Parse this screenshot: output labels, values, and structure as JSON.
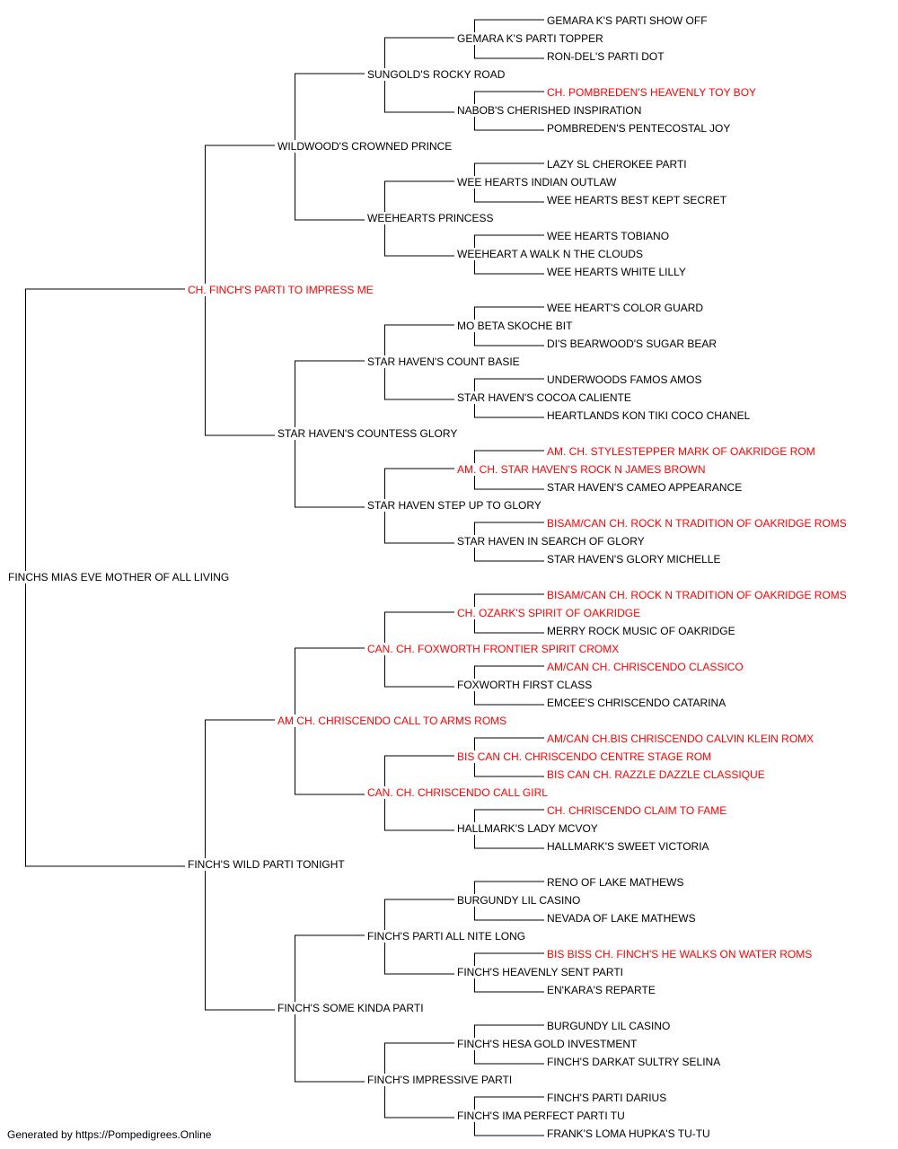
{
  "colors": {
    "text": "#000000",
    "champion": "#ff0000",
    "line": "#000000"
  },
  "pedigree": {
    "name": "FINCHS MIAS EVE MOTHER OF ALL LIVING",
    "sire": {
      "name": "CH. FINCH'S PARTI TO IMPRESS ME",
      "champion": true,
      "sire": {
        "name": "WILDWOOD'S CROWNED PRINCE",
        "champion": false,
        "sire": {
          "name": "SUNGOLD'S ROCKY ROAD",
          "champion": false,
          "sire": {
            "name": "GEMARA K'S PARTI TOPPER",
            "champion": false,
            "sire": {
              "name": "GEMARA K'S PARTI SHOW OFF",
              "champion": false
            },
            "dam": {
              "name": "RON-DEL'S PARTI DOT",
              "champion": false
            }
          },
          "dam": {
            "name": "NABOB'S CHERISHED INSPIRATION",
            "champion": false,
            "sire": {
              "name": "CH. POMBREDEN'S HEAVENLY TOY BOY",
              "champion": true
            },
            "dam": {
              "name": "POMBREDEN'S PENTECOSTAL JOY",
              "champion": false
            }
          }
        },
        "dam": {
          "name": "WEEHEARTS PRINCESS",
          "champion": false,
          "sire": {
            "name": "WEE HEARTS INDIAN OUTLAW",
            "champion": false,
            "sire": {
              "name": "LAZY SL CHEROKEE PARTI",
              "champion": false
            },
            "dam": {
              "name": "WEE HEARTS BEST KEPT SECRET",
              "champion": false
            }
          },
          "dam": {
            "name": "WEEHEART A WALK N THE CLOUDS",
            "champion": false,
            "sire": {
              "name": "WEE HEARTS TOBIANO",
              "champion": false
            },
            "dam": {
              "name": "WEE HEARTS WHITE LILLY",
              "champion": false
            }
          }
        }
      },
      "dam": {
        "name": "STAR HAVEN'S COUNTESS GLORY",
        "champion": false,
        "sire": {
          "name": "STAR HAVEN'S COUNT BASIE",
          "champion": false,
          "sire": {
            "name": "MO BETA SKOCHE BIT",
            "champion": false,
            "sire": {
              "name": "WEE HEART'S COLOR GUARD",
              "champion": false
            },
            "dam": {
              "name": "DI'S BEARWOOD'S SUGAR BEAR",
              "champion": false
            }
          },
          "dam": {
            "name": "STAR HAVEN'S COCOA CALIENTE",
            "champion": false,
            "sire": {
              "name": "UNDERWOODS FAMOS AMOS",
              "champion": false
            },
            "dam": {
              "name": "HEARTLANDS KON TIKI COCO CHANEL",
              "champion": false
            }
          }
        },
        "dam": {
          "name": "STAR HAVEN STEP UP TO GLORY",
          "champion": false,
          "sire": {
            "name": "AM. CH. STAR HAVEN'S ROCK N JAMES BROWN",
            "champion": true,
            "sire": {
              "name": "AM. CH. STYLESTEPPER MARK OF OAKRIDGE ROM",
              "champion": true
            },
            "dam": {
              "name": "STAR HAVEN'S CAMEO APPEARANCE",
              "champion": false
            }
          },
          "dam": {
            "name": "STAR HAVEN IN SEARCH OF GLORY",
            "champion": false,
            "sire": {
              "name": "BISAM/CAN CH. ROCK N TRADITION OF OAKRIDGE ROMS",
              "champion": true
            },
            "dam": {
              "name": "STAR HAVEN'S GLORY MICHELLE",
              "champion": false
            }
          }
        }
      }
    },
    "dam": {
      "name": "FINCH'S WILD PARTI TONIGHT",
      "champion": false,
      "sire": {
        "name": "AM CH. CHRISCENDO CALL TO ARMS ROMS",
        "champion": true,
        "sire": {
          "name": "CAN. CH. FOXWORTH FRONTIER SPIRIT CROMX",
          "champion": true,
          "sire": {
            "name": "CH. OZARK'S SPIRIT OF OAKRIDGE",
            "champion": true,
            "sire": {
              "name": "BISAM/CAN CH. ROCK N TRADITION OF OAKRIDGE ROMS",
              "champion": true
            },
            "dam": {
              "name": "MERRY ROCK MUSIC OF OAKRIDGE",
              "champion": false
            }
          },
          "dam": {
            "name": "FOXWORTH FIRST CLASS",
            "champion": false,
            "sire": {
              "name": "AM/CAN CH. CHRISCENDO CLASSICO",
              "champion": true
            },
            "dam": {
              "name": "EMCEE'S CHRISCENDO CATARINA",
              "champion": false
            }
          }
        },
        "dam": {
          "name": "CAN. CH. CHRISCENDO CALL GIRL",
          "champion": true,
          "sire": {
            "name": "BIS CAN CH. CHRISCENDO CENTRE STAGE ROM",
            "champion": true,
            "sire": {
              "name": "AM/CAN CH.BIS CHRISCENDO CALVIN KLEIN ROMX",
              "champion": true
            },
            "dam": {
              "name": "BIS CAN CH. RAZZLE DAZZLE CLASSIQUE",
              "champion": true
            }
          },
          "dam": {
            "name": "HALLMARK'S LADY MCVOY",
            "champion": false,
            "sire": {
              "name": "CH. CHRISCENDO CLAIM TO FAME",
              "champion": true
            },
            "dam": {
              "name": "HALLMARK'S SWEET VICTORIA",
              "champion": false
            }
          }
        }
      },
      "dam": {
        "name": "FINCH'S SOME KINDA PARTI",
        "champion": false,
        "sire": {
          "name": "FINCH'S PARTI ALL NITE LONG",
          "champion": false,
          "sire": {
            "name": "BURGUNDY LIL CASINO",
            "champion": false,
            "sire": {
              "name": "RENO OF LAKE MATHEWS",
              "champion": false
            },
            "dam": {
              "name": "NEVADA OF LAKE MATHEWS",
              "champion": false
            }
          },
          "dam": {
            "name": "FINCH'S HEAVENLY SENT PARTI",
            "champion": false,
            "sire": {
              "name": "BIS BISS CH. FINCH'S HE WALKS ON WATER ROMS",
              "champion": true
            },
            "dam": {
              "name": "EN'KARA'S REPARTE",
              "champion": false
            }
          }
        },
        "dam": {
          "name": "FINCH'S IMPRESSIVE PARTI",
          "champion": false,
          "sire": {
            "name": "FINCH'S HESA GOLD INVESTMENT",
            "champion": false,
            "sire": {
              "name": "BURGUNDY LIL CASINO",
              "champion": false
            },
            "dam": {
              "name": "FINCH'S DARKAT SULTRY SELINA",
              "champion": false
            }
          },
          "dam": {
            "name": "FINCH'S IMA PERFECT PARTI TU",
            "champion": false,
            "sire": {
              "name": "FINCH'S PARTI DARIUS",
              "champion": false
            },
            "dam": {
              "name": "FRANK'S LOMA HUPKA'S TU-TU",
              "champion": false
            }
          }
        }
      }
    }
  },
  "footer": {
    "text": "Generated by https://Pompedigrees.Online"
  }
}
